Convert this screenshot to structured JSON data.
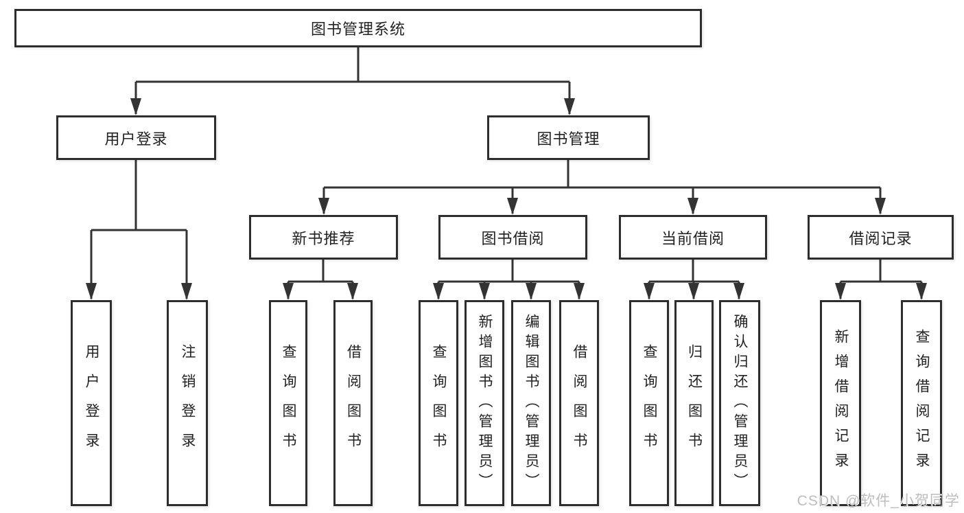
{
  "diagram_type": "hierarchy-tree",
  "colors": {
    "line": "#333333",
    "box_border": "#2d2d2d",
    "text": "#222222",
    "watermark": "#bdbdbd",
    "background": "#ffffff"
  },
  "tree": {
    "root": {
      "label": "图书管理系统"
    },
    "children": [
      {
        "label": "用户登录",
        "children": [
          {
            "label": "用户登录"
          },
          {
            "label": "注销登录"
          }
        ]
      },
      {
        "label": "图书管理",
        "children": [
          {
            "label": "新书推荐",
            "children": [
              {
                "label": "查询图书"
              },
              {
                "label": "借阅图书"
              }
            ]
          },
          {
            "label": "图书借阅",
            "children": [
              {
                "label": "查询图书"
              },
              {
                "label": "新增图书（管理员）"
              },
              {
                "label": "编辑图书（管理员）"
              },
              {
                "label": "借阅图书"
              }
            ]
          },
          {
            "label": "当前借阅",
            "children": [
              {
                "label": "查询图书"
              },
              {
                "label": "归还图书"
              },
              {
                "label": "确认归还（管理员）"
              }
            ]
          },
          {
            "label": "借阅记录",
            "children": [
              {
                "label": "新增借阅记录"
              },
              {
                "label": "查询借阅记录"
              }
            ]
          }
        ]
      }
    ]
  },
  "watermark": {
    "text": "CSDN @软件_小贺同学"
  }
}
